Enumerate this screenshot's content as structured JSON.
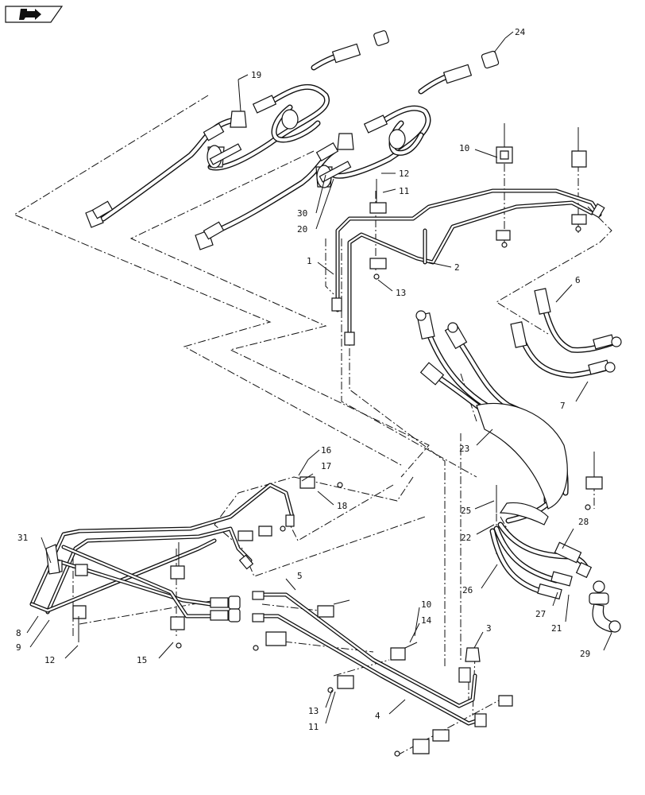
{
  "callouts": [
    "1",
    "2",
    "3",
    "4",
    "5",
    "6",
    "7",
    "8",
    "9",
    "10",
    "10",
    "11",
    "11",
    "12",
    "12",
    "13",
    "13",
    "14",
    "15",
    "16",
    "17",
    "18",
    "19",
    "20",
    "21",
    "22",
    "23",
    "24",
    "25",
    "26",
    "27",
    "28",
    "29",
    "30",
    "31"
  ],
  "nav_icon": "page-forward-arrow-icon"
}
